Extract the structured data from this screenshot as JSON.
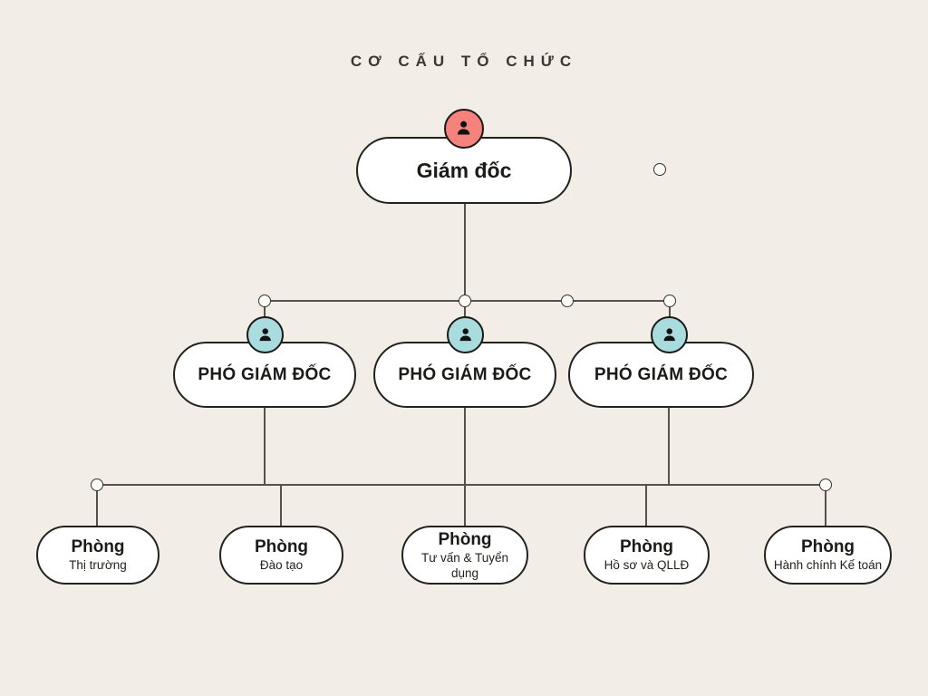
{
  "title": "CƠ CẤU TỔ CHỨC",
  "colors": {
    "background": "#F2EDE6",
    "box_fill": "#FFFFFF",
    "box_border": "#24221D",
    "line": "#56524B",
    "director_icon_bg": "#F5827D",
    "deputy_icon_bg": "#A9DCDE"
  },
  "org": {
    "director": {
      "label": "Giám đốc",
      "icon": "person-icon"
    },
    "deputies": [
      {
        "label": "PHÓ GIÁM ĐỐC",
        "icon": "person-icon"
      },
      {
        "label": "PHÓ GIÁM ĐỐC",
        "icon": "person-icon"
      },
      {
        "label": "PHÓ GIÁM ĐỐC",
        "icon": "person-icon"
      }
    ],
    "departments": [
      {
        "label": "Phòng",
        "sublabel": "Thị trường"
      },
      {
        "label": "Phòng",
        "sublabel": "Đào tạo"
      },
      {
        "label": "Phòng",
        "sublabel": "Tư vấn & Tuyển dụng"
      },
      {
        "label": "Phòng",
        "sublabel": "Hồ sơ và QLLĐ"
      },
      {
        "label": "Phòng",
        "sublabel": "Hành chính Kế toán"
      }
    ]
  }
}
